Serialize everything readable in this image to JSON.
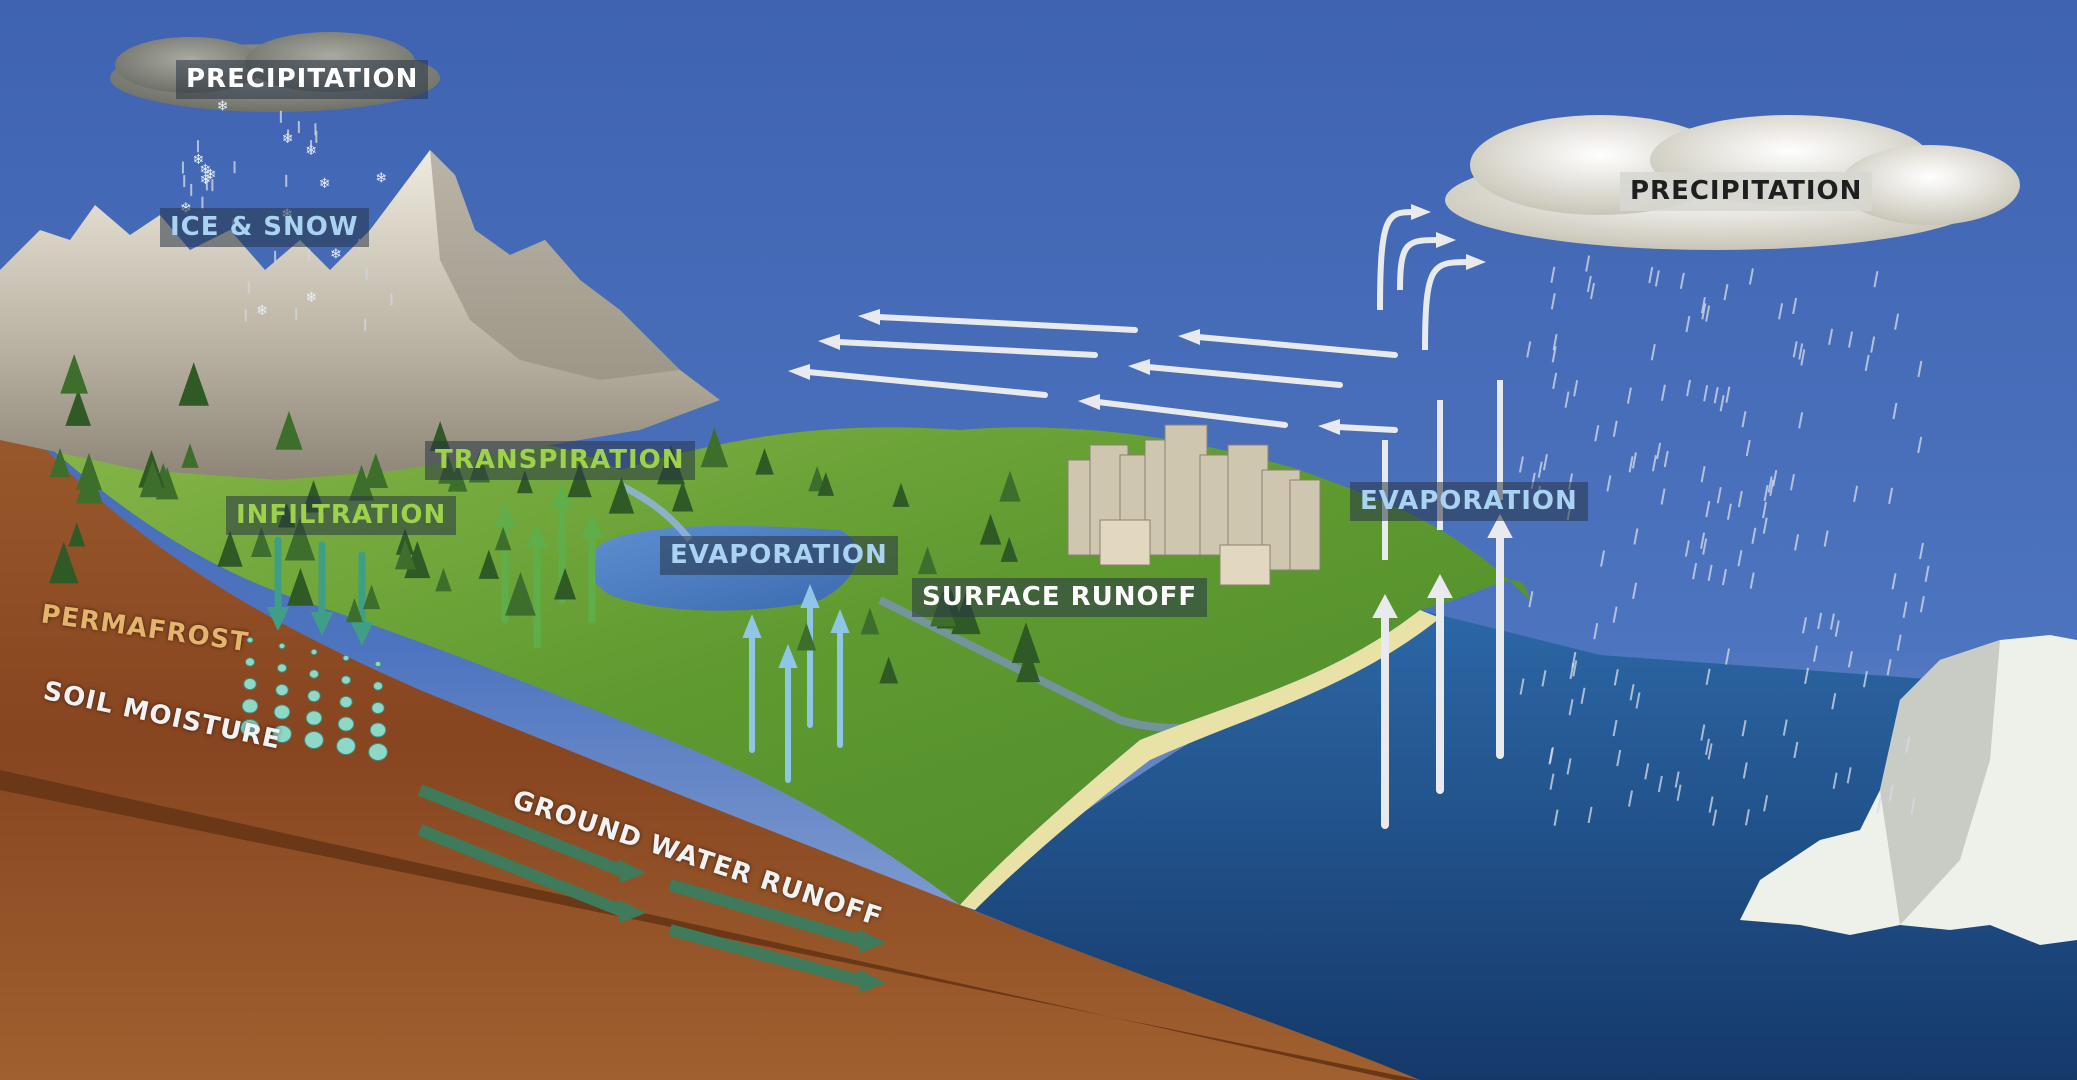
{
  "labels": {
    "precipitation_left": "PRECIPITATION",
    "precipitation_right": "PRECIPITATION",
    "ice_snow": "ICE & SNOW",
    "transpiration": "TRANSPIRATION",
    "infiltration": "INFILTRATION",
    "evaporation_lake": "EVAPORATION",
    "evaporation_ocean": "EVAPORATION",
    "surface_runoff": "SURFACE RUNOFF",
    "permafrost": "PERMAFROST",
    "soil_moisture": "SOIL MOISTURE",
    "ground_water_runoff": "GROUND WATER RUNOFF"
  },
  "colors": {
    "sky": "#4a6fb8",
    "label_white": "#ffffff",
    "label_blue": "#a9d3f0",
    "label_green": "#9fd24c",
    "label_orange": "#e6b36a",
    "label_light": "#f2f2f2",
    "soil": "#8a4a22",
    "grass": "#6fa03a",
    "ocean": "#1f4f8c",
    "arrow_green": "#5fae4a",
    "arrow_teal": "#3f9e86",
    "arrow_blue": "#8fc6e6",
    "arrow_white": "#e8eaee"
  }
}
